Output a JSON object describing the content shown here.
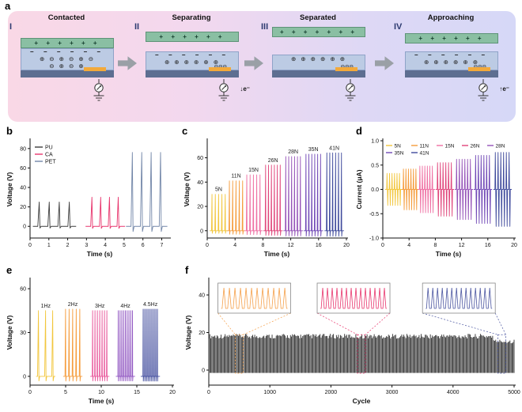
{
  "figure": {
    "panels": {
      "a": "a",
      "b": "b",
      "c": "c",
      "d": "d",
      "e": "e",
      "f": "f"
    }
  },
  "schematic": {
    "stages": [
      {
        "numeral": "I",
        "title": "Contacted",
        "top_charges": "+ + + + + +",
        "surface_charges": "− − − − − −",
        "bulk_row1": "⊕ ⊖ ⊕ ⊖ ⊕ ⊖",
        "bulk_row2": "⊖ ⊕ ⊖ ⊕",
        "electron_arrow": "",
        "electron_label": ""
      },
      {
        "numeral": "II",
        "title": "Separating",
        "top_charges": "+ + + + + +",
        "surface_charges": "− − − − − −",
        "bulk_row1": "⊕ ⊕ ⊕ ⊕ ⊕ ⊕",
        "electron_cluster": "⊖⊖⊖",
        "electron_arrow": "↓",
        "electron_label": "e⁻"
      },
      {
        "numeral": "III",
        "title": "Separated",
        "top_charges": "+ + + + + + +",
        "surface_charges": "",
        "bulk_row1": "⊕ ⊕ ⊕ ⊕ ⊕ ⊕",
        "electron_cluster": "⊖⊖⊖",
        "electron_arrow": "",
        "electron_label": ""
      },
      {
        "numeral": "IV",
        "title": "Approaching",
        "top_charges": "+ + + + + +",
        "surface_charges": "− − − − − −",
        "bulk_row1": "⊕ ⊕ ⊕ ⊕ ⊕ ⊕",
        "electron_cluster": "⊖⊖⊖",
        "electron_arrow": "↑",
        "electron_label": "e⁻"
      }
    ],
    "colors": {
      "top_electrode": "#8abfa3",
      "dielectric": "#bccbe4",
      "bottom_electrode": "#5d6e91",
      "contact_strip": "#f2a93b",
      "background_left": "#f9d8e6",
      "background_right": "#d6d8f7"
    }
  },
  "chart_data": [
    {
      "id": "b",
      "type": "spikes",
      "xlabel": "Time (s)",
      "ylabel": "Voltage (V)",
      "xlim": [
        0,
        7.4
      ],
      "ylim": [
        -12,
        88
      ],
      "x_ticks": [
        0,
        1,
        2,
        3,
        4,
        5,
        6,
        7
      ],
      "y_ticks": [
        0,
        20,
        40,
        60,
        80
      ],
      "legend": {
        "type": "stack",
        "items": [
          {
            "label": "PU",
            "color": "#3d3d3d"
          },
          {
            "label": "CA",
            "color": "#e8356d"
          },
          {
            "label": "PET",
            "color": "#7286a8"
          }
        ]
      },
      "groups": [
        {
          "label": "",
          "color": "#3d3d3d",
          "t0": 0.5,
          "t1": 2.1,
          "peaks": 4,
          "amp": 25
        },
        {
          "label": "",
          "color": "#e8356d",
          "t0": 3.3,
          "t1": 4.7,
          "peaks": 4,
          "amp": 30
        },
        {
          "label": "",
          "color": "#7286a8",
          "t0": 5.45,
          "t1": 6.95,
          "peaks": 4,
          "amp": 76
        }
      ]
    },
    {
      "id": "c",
      "type": "spikes",
      "xlabel": "Time (s)",
      "ylabel": "Voltage (V)",
      "xlim": [
        0,
        20
      ],
      "ylim": [
        -6,
        74
      ],
      "x_ticks": [
        0,
        4,
        8,
        12,
        16,
        20
      ],
      "y_ticks": [
        0,
        20,
        40,
        60
      ],
      "groups": [
        {
          "label": "5N",
          "color": "#f2c63c",
          "t0": 0.7,
          "t1": 2.6,
          "peaks": 5,
          "amp": 30
        },
        {
          "label": "11N",
          "color": "#f59c3c",
          "t0": 3.2,
          "t1": 5.1,
          "peaks": 5,
          "amp": 41
        },
        {
          "label": "15N",
          "color": "#ef6fa3",
          "t0": 5.7,
          "t1": 7.6,
          "peaks": 5,
          "amp": 46
        },
        {
          "label": "26N",
          "color": "#e0457b",
          "t0": 8.4,
          "t1": 10.5,
          "peaks": 6,
          "amp": 54
        },
        {
          "label": "28N",
          "color": "#9553b8",
          "t0": 11.3,
          "t1": 13.4,
          "peaks": 6,
          "amp": 61
        },
        {
          "label": "35N",
          "color": "#7048b6",
          "t0": 14.2,
          "t1": 16.3,
          "peaks": 6,
          "amp": 63
        },
        {
          "label": "41N",
          "color": "#3f4a9c",
          "t0": 17.2,
          "t1": 19.3,
          "peaks": 6,
          "amp": 64
        }
      ]
    },
    {
      "id": "d",
      "type": "spikes",
      "bipolar": true,
      "xlabel": "Time (s)",
      "ylabel": "Current (μA)",
      "ml": 36,
      "xlim": [
        0,
        20
      ],
      "ylim": [
        -1,
        1
      ],
      "x_ticks": [
        0,
        4,
        8,
        12,
        16,
        20
      ],
      "y_ticks": [
        -1,
        -0.5,
        0,
        0.5,
        1
      ],
      "y_tick_labels": [
        "-1.0",
        "-0.5",
        "0.0",
        "0.5",
        "1.0"
      ],
      "legend": {
        "type": "grid",
        "per_row": 5,
        "items": [
          {
            "label": "5N",
            "color": "#f2c63c"
          },
          {
            "label": "11N",
            "color": "#f59c3c"
          },
          {
            "label": "15N",
            "color": "#ef6fa3"
          },
          {
            "label": "26N",
            "color": "#e0457b"
          },
          {
            "label": "28N",
            "color": "#9553b8"
          },
          {
            "label": "35N",
            "color": "#7048b6"
          },
          {
            "label": "41N",
            "color": "#3f4a9c"
          }
        ]
      },
      "groups": [
        {
          "color": "#f2c63c",
          "t0": 0.7,
          "t1": 2.6,
          "peaks": 6,
          "amp": 0.33
        },
        {
          "color": "#f59c3c",
          "t0": 3.2,
          "t1": 5.1,
          "peaks": 6,
          "amp": 0.42
        },
        {
          "color": "#ef6fa3",
          "t0": 5.7,
          "t1": 7.6,
          "peaks": 6,
          "amp": 0.48
        },
        {
          "color": "#e0457b",
          "t0": 8.4,
          "t1": 10.5,
          "peaks": 6,
          "amp": 0.55
        },
        {
          "color": "#9553b8",
          "t0": 11.3,
          "t1": 13.4,
          "peaks": 6,
          "amp": 0.62
        },
        {
          "color": "#7048b6",
          "t0": 14.2,
          "t1": 16.3,
          "peaks": 6,
          "amp": 0.7
        },
        {
          "color": "#3f4a9c",
          "t0": 17.2,
          "t1": 19.3,
          "peaks": 6,
          "amp": 0.76
        }
      ]
    },
    {
      "id": "e",
      "type": "spikes",
      "xlabel": "Time (s)",
      "ylabel": "Voltage (V)",
      "xlim": [
        0,
        20
      ],
      "ylim": [
        -6,
        66
      ],
      "x_ticks": [
        0,
        5,
        10,
        15,
        20
      ],
      "y_ticks": [
        0,
        30,
        60
      ],
      "groups": [
        {
          "label": "1Hz",
          "color": "#f2c63c",
          "t0": 1.2,
          "t1": 3.2,
          "peaks": 3,
          "amp": 45
        },
        {
          "label": "2Hz",
          "color": "#f59c3c",
          "t0": 5.0,
          "t1": 7.0,
          "peaks": 5,
          "amp": 46
        },
        {
          "label": "3Hz",
          "color": "#e8559a",
          "t0": 8.8,
          "t1": 10.8,
          "peaks": 7,
          "amp": 45
        },
        {
          "label": "4Hz",
          "color": "#8e52c0",
          "t0": 12.4,
          "t1": 14.4,
          "peaks": 9,
          "amp": 45
        },
        {
          "label": "4.5Hz",
          "color": "#3f4a9c",
          "t0": 15.9,
          "t1": 17.9,
          "peaks": 10,
          "amp": 46
        }
      ]
    },
    {
      "id": "f",
      "type": "endurance",
      "xlabel": "Cycle",
      "ylabel": "Voltage (V)",
      "xlim": [
        0,
        5000
      ],
      "ylim": [
        -8,
        48
      ],
      "x_ticks": [
        0,
        1000,
        2000,
        3000,
        4000,
        5000
      ],
      "y_ticks": [
        0,
        20,
        40
      ],
      "band": {
        "color": "#2d2d2d",
        "amp": 18,
        "amp_jitter": 2.5,
        "taper_start": 4650,
        "taper_factor": 0.85,
        "n_lines": 300,
        "base": -1.5
      },
      "insets": [
        {
          "color": "#f5a04a",
          "target_cycle": 500,
          "peaks": 12
        },
        {
          "color": "#e8356d",
          "target_cycle": 2500,
          "peaks": 14
        },
        {
          "color": "#4a55a0",
          "target_cycle": 4800,
          "peaks": 14
        }
      ]
    }
  ]
}
